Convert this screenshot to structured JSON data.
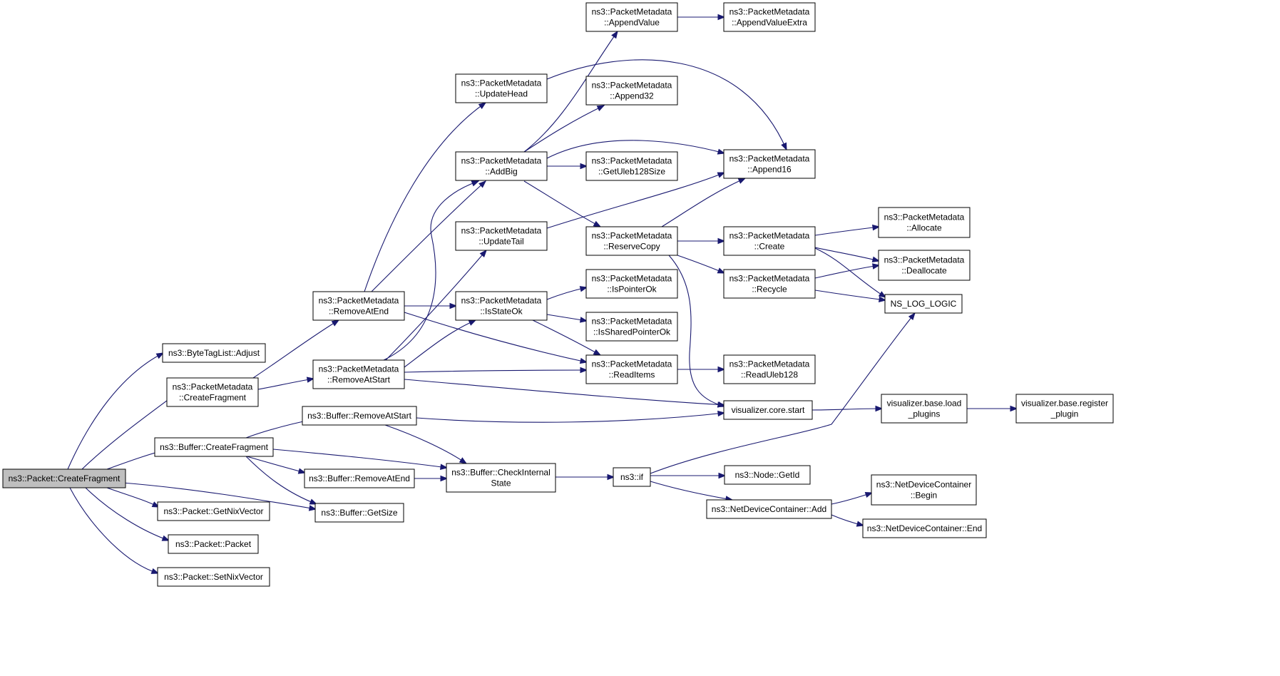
{
  "diagram": {
    "type": "call-graph",
    "colors": {
      "edge": "#191970",
      "root_fill": "#bfbfbf",
      "node_fill": "#ffffff",
      "node_border": "#000000"
    },
    "nodes": [
      {
        "id": "root",
        "lines": [
          "ns3::Packet::CreateFragment"
        ],
        "root": true
      },
      {
        "id": "bytetag",
        "lines": [
          "ns3::ByteTagList::Adjust"
        ]
      },
      {
        "id": "pm_createfrag",
        "lines": [
          "ns3::PacketMetadata",
          "::CreateFragment"
        ]
      },
      {
        "id": "buf_createfrag",
        "lines": [
          "ns3::Buffer::CreateFragment"
        ]
      },
      {
        "id": "getnix",
        "lines": [
          "ns3::Packet::GetNixVector"
        ]
      },
      {
        "id": "packet",
        "lines": [
          "ns3::Packet::Packet"
        ]
      },
      {
        "id": "setnix",
        "lines": [
          "ns3::Packet::SetNixVector"
        ]
      },
      {
        "id": "pm_removeatend",
        "lines": [
          "ns3::PacketMetadata",
          "::RemoveAtEnd"
        ]
      },
      {
        "id": "pm_removeatstart",
        "lines": [
          "ns3::PacketMetadata",
          "::RemoveAtStart"
        ]
      },
      {
        "id": "buf_removeatstart",
        "lines": [
          "ns3::Buffer::RemoveAtStart"
        ]
      },
      {
        "id": "buf_removeatend",
        "lines": [
          "ns3::Buffer::RemoveAtEnd"
        ]
      },
      {
        "id": "buf_getsize",
        "lines": [
          "ns3::Buffer::GetSize"
        ]
      },
      {
        "id": "pm_updatehead",
        "lines": [
          "ns3::PacketMetadata",
          "::UpdateHead"
        ]
      },
      {
        "id": "pm_addbig",
        "lines": [
          "ns3::PacketMetadata",
          "::AddBig"
        ]
      },
      {
        "id": "pm_updatetail",
        "lines": [
          "ns3::PacketMetadata",
          "::UpdateTail"
        ]
      },
      {
        "id": "pm_isstateok",
        "lines": [
          "ns3::PacketMetadata",
          "::IsStateOk"
        ]
      },
      {
        "id": "buf_checkinternal",
        "lines": [
          "ns3::Buffer::CheckInternal",
          "State"
        ]
      },
      {
        "id": "pm_appendvalue",
        "lines": [
          "ns3::PacketMetadata",
          "::AppendValue"
        ]
      },
      {
        "id": "pm_append32",
        "lines": [
          "ns3::PacketMetadata",
          "::Append32"
        ]
      },
      {
        "id": "pm_getuleb",
        "lines": [
          "ns3::PacketMetadata",
          "::GetUleb128Size"
        ]
      },
      {
        "id": "pm_reservecopy",
        "lines": [
          "ns3::PacketMetadata",
          "::ReserveCopy"
        ]
      },
      {
        "id": "pm_ispointerok",
        "lines": [
          "ns3::PacketMetadata",
          "::IsPointerOk"
        ]
      },
      {
        "id": "pm_issharedpointerok",
        "lines": [
          "ns3::PacketMetadata",
          "::IsSharedPointerOk"
        ]
      },
      {
        "id": "pm_readitems",
        "lines": [
          "ns3::PacketMetadata",
          "::ReadItems"
        ]
      },
      {
        "id": "ns3if",
        "lines": [
          "ns3::if"
        ]
      },
      {
        "id": "pm_appendvalueextra",
        "lines": [
          "ns3::PacketMetadata",
          "::AppendValueExtra"
        ]
      },
      {
        "id": "pm_append16",
        "lines": [
          "ns3::PacketMetadata",
          "::Append16"
        ]
      },
      {
        "id": "pm_create",
        "lines": [
          "ns3::PacketMetadata",
          "::Create"
        ]
      },
      {
        "id": "pm_recycle",
        "lines": [
          "ns3::PacketMetadata",
          "::Recycle"
        ]
      },
      {
        "id": "pm_readuleb",
        "lines": [
          "ns3::PacketMetadata",
          "::ReadUleb128"
        ]
      },
      {
        "id": "viz_core_start",
        "lines": [
          "visualizer.core.start"
        ]
      },
      {
        "id": "node_getid",
        "lines": [
          "ns3::Node::GetId"
        ]
      },
      {
        "id": "ndc_add",
        "lines": [
          "ns3::NetDeviceContainer::Add"
        ]
      },
      {
        "id": "pm_allocate",
        "lines": [
          "ns3::PacketMetadata",
          "::Allocate"
        ]
      },
      {
        "id": "pm_deallocate",
        "lines": [
          "ns3::PacketMetadata",
          "::Deallocate"
        ]
      },
      {
        "id": "ns_log_logic",
        "lines": [
          "NS_LOG_LOGIC"
        ]
      },
      {
        "id": "viz_load",
        "lines": [
          "visualizer.base.load",
          "_plugins"
        ]
      },
      {
        "id": "ndc_begin",
        "lines": [
          "ns3::NetDeviceContainer",
          "::Begin"
        ]
      },
      {
        "id": "ndc_end",
        "lines": [
          "ns3::NetDeviceContainer::End"
        ]
      },
      {
        "id": "viz_register",
        "lines": [
          "visualizer.base.register",
          "_plugin"
        ]
      }
    ],
    "edges": [
      [
        "root",
        "bytetag"
      ],
      [
        "root",
        "pm_createfrag"
      ],
      [
        "root",
        "buf_createfrag"
      ],
      [
        "root",
        "getnix"
      ],
      [
        "root",
        "packet"
      ],
      [
        "root",
        "setnix"
      ],
      [
        "root",
        "buf_getsize"
      ],
      [
        "pm_createfrag",
        "pm_removeatend"
      ],
      [
        "pm_createfrag",
        "pm_removeatstart"
      ],
      [
        "buf_createfrag",
        "buf_removeatstart"
      ],
      [
        "buf_createfrag",
        "buf_checkinternal"
      ],
      [
        "buf_createfrag",
        "buf_removeatend"
      ],
      [
        "buf_createfrag",
        "buf_getsize"
      ],
      [
        "pm_removeatend",
        "pm_updatehead"
      ],
      [
        "pm_removeatend",
        "pm_addbig"
      ],
      [
        "pm_removeatend",
        "pm_isstateok"
      ],
      [
        "pm_removeatend",
        "pm_readitems"
      ],
      [
        "pm_removeatstart",
        "pm_addbig"
      ],
      [
        "pm_removeatstart",
        "pm_updatetail"
      ],
      [
        "pm_removeatstart",
        "pm_isstateok"
      ],
      [
        "pm_removeatstart",
        "pm_readitems"
      ],
      [
        "pm_removeatstart",
        "viz_core_start"
      ],
      [
        "buf_removeatstart",
        "buf_checkinternal"
      ],
      [
        "buf_removeatstart",
        "viz_core_start"
      ],
      [
        "buf_removeatend",
        "buf_checkinternal"
      ],
      [
        "pm_updatehead",
        "pm_append16"
      ],
      [
        "pm_addbig",
        "pm_appendvalue"
      ],
      [
        "pm_addbig",
        "pm_append32"
      ],
      [
        "pm_addbig",
        "pm_getuleb"
      ],
      [
        "pm_addbig",
        "pm_append16"
      ],
      [
        "pm_addbig",
        "pm_reservecopy"
      ],
      [
        "pm_updatetail",
        "pm_append16"
      ],
      [
        "pm_isstateok",
        "pm_ispointerok"
      ],
      [
        "pm_isstateok",
        "pm_issharedpointerok"
      ],
      [
        "pm_isstateok",
        "pm_readitems"
      ],
      [
        "buf_checkinternal",
        "ns3if"
      ],
      [
        "pm_appendvalue",
        "pm_appendvalueextra"
      ],
      [
        "pm_reservecopy",
        "pm_append16"
      ],
      [
        "pm_reservecopy",
        "pm_create"
      ],
      [
        "pm_reservecopy",
        "pm_recycle"
      ],
      [
        "pm_reservecopy",
        "viz_core_start"
      ],
      [
        "pm_readitems",
        "pm_readuleb"
      ],
      [
        "ns3if",
        "ns_log_logic"
      ],
      [
        "ns3if",
        "node_getid"
      ],
      [
        "ns3if",
        "ndc_add"
      ],
      [
        "pm_create",
        "pm_allocate"
      ],
      [
        "pm_create",
        "pm_deallocate"
      ],
      [
        "pm_create",
        "ns_log_logic"
      ],
      [
        "pm_recycle",
        "pm_deallocate"
      ],
      [
        "pm_recycle",
        "ns_log_logic"
      ],
      [
        "viz_core_start",
        "viz_load"
      ],
      [
        "viz_load",
        "viz_register"
      ],
      [
        "ndc_add",
        "ndc_begin"
      ],
      [
        "ndc_add",
        "ndc_end"
      ]
    ]
  }
}
